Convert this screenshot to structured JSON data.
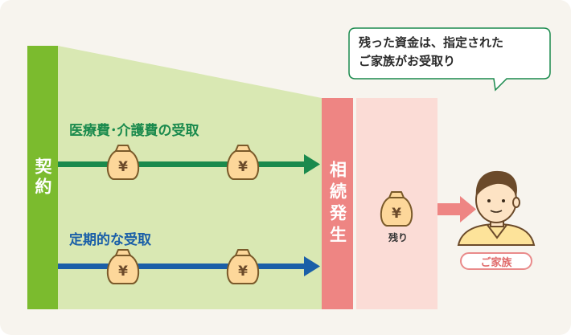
{
  "contract": {
    "label": "契約",
    "color": "#7bbb2e"
  },
  "benefits_area": {
    "color": "#d9e8b3"
  },
  "flows": [
    {
      "label": "医療費･介護費の受取",
      "color": "#1a8a4d"
    },
    {
      "label": "定期的な受取",
      "color": "#1a5fa8"
    }
  ],
  "money_bag": {
    "symbol": "¥",
    "icon": "money-bag-icon"
  },
  "inheritance": {
    "label": "相続発生",
    "color": "#ee8583"
  },
  "remainder": {
    "label": "残り",
    "color": "#fbdcd6"
  },
  "callout": {
    "text_line1": "残った資金は、指定された",
    "text_line2": "ご家族がお受取り"
  },
  "family": {
    "label": "ご家族",
    "icon": "person-icon"
  }
}
